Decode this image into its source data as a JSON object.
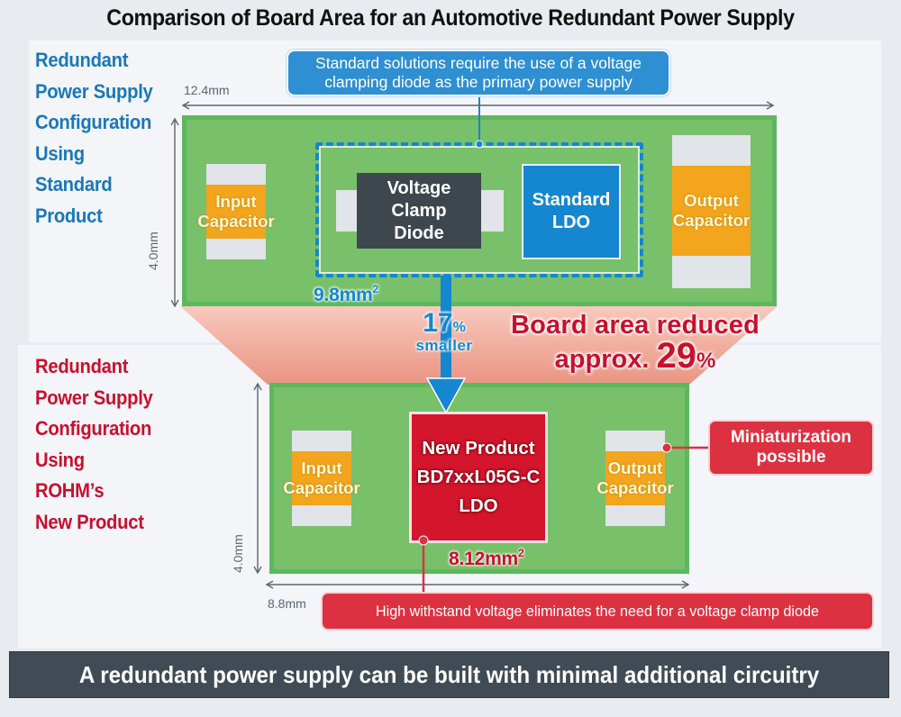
{
  "title": "Comparison of Board Area for an Automotive Redundant Power Supply",
  "colors": {
    "standard_blue": "#1586d0",
    "rohm_red": "#c8102e",
    "board_green": "#78c06a",
    "capacitor_orange": "#f2a51d",
    "diode_gray": "#3e464e",
    "banner_dark": "#404b55"
  },
  "standard": {
    "label_lines": [
      "Redundant",
      "Power Supply",
      "Configuration",
      "Using",
      "Standard",
      "Product"
    ],
    "width_dim": "12.4mm",
    "height_dim": "4.0mm",
    "callout": [
      "Standard solutions require the use of a voltage",
      "clamping diode as the primary power supply"
    ],
    "input_capacitor": [
      "Input",
      "Capacitor"
    ],
    "diode": [
      "Voltage",
      "Clamp",
      "Diode"
    ],
    "ldo": [
      "Standard",
      "LDO"
    ],
    "output_capacitor": [
      "Output",
      "Capacitor"
    ],
    "area": "9.8mm",
    "area_unit_sup": "2"
  },
  "comparison": {
    "ldo_reduction_value": "17",
    "ldo_reduction_unit": "%",
    "ldo_reduction_text": "smaller",
    "board_reduction_line1": "Board area reduced",
    "board_reduction_prefix": "approx.",
    "board_reduction_value": "29",
    "board_reduction_unit": "%"
  },
  "new_product": {
    "label_lines": [
      "Redundant",
      "Power Supply",
      "Configuration",
      "Using",
      "ROHM’s",
      "New Product"
    ],
    "width_dim": "8.8mm",
    "height_dim": "4.0mm",
    "input_capacitor": [
      "Input",
      "Capacitor"
    ],
    "ldo": [
      "New Product",
      "BD7xxL05G-C",
      "LDO"
    ],
    "output_capacitor": [
      "Output",
      "Capacitor"
    ],
    "area": "8.12mm",
    "area_unit_sup": "2",
    "callout_mini": [
      "Miniaturization",
      "possible"
    ],
    "callout_hv": "High withstand voltage eliminates the need for a voltage clamp diode"
  },
  "banner": "A redundant power supply can be built with minimal additional circuitry"
}
